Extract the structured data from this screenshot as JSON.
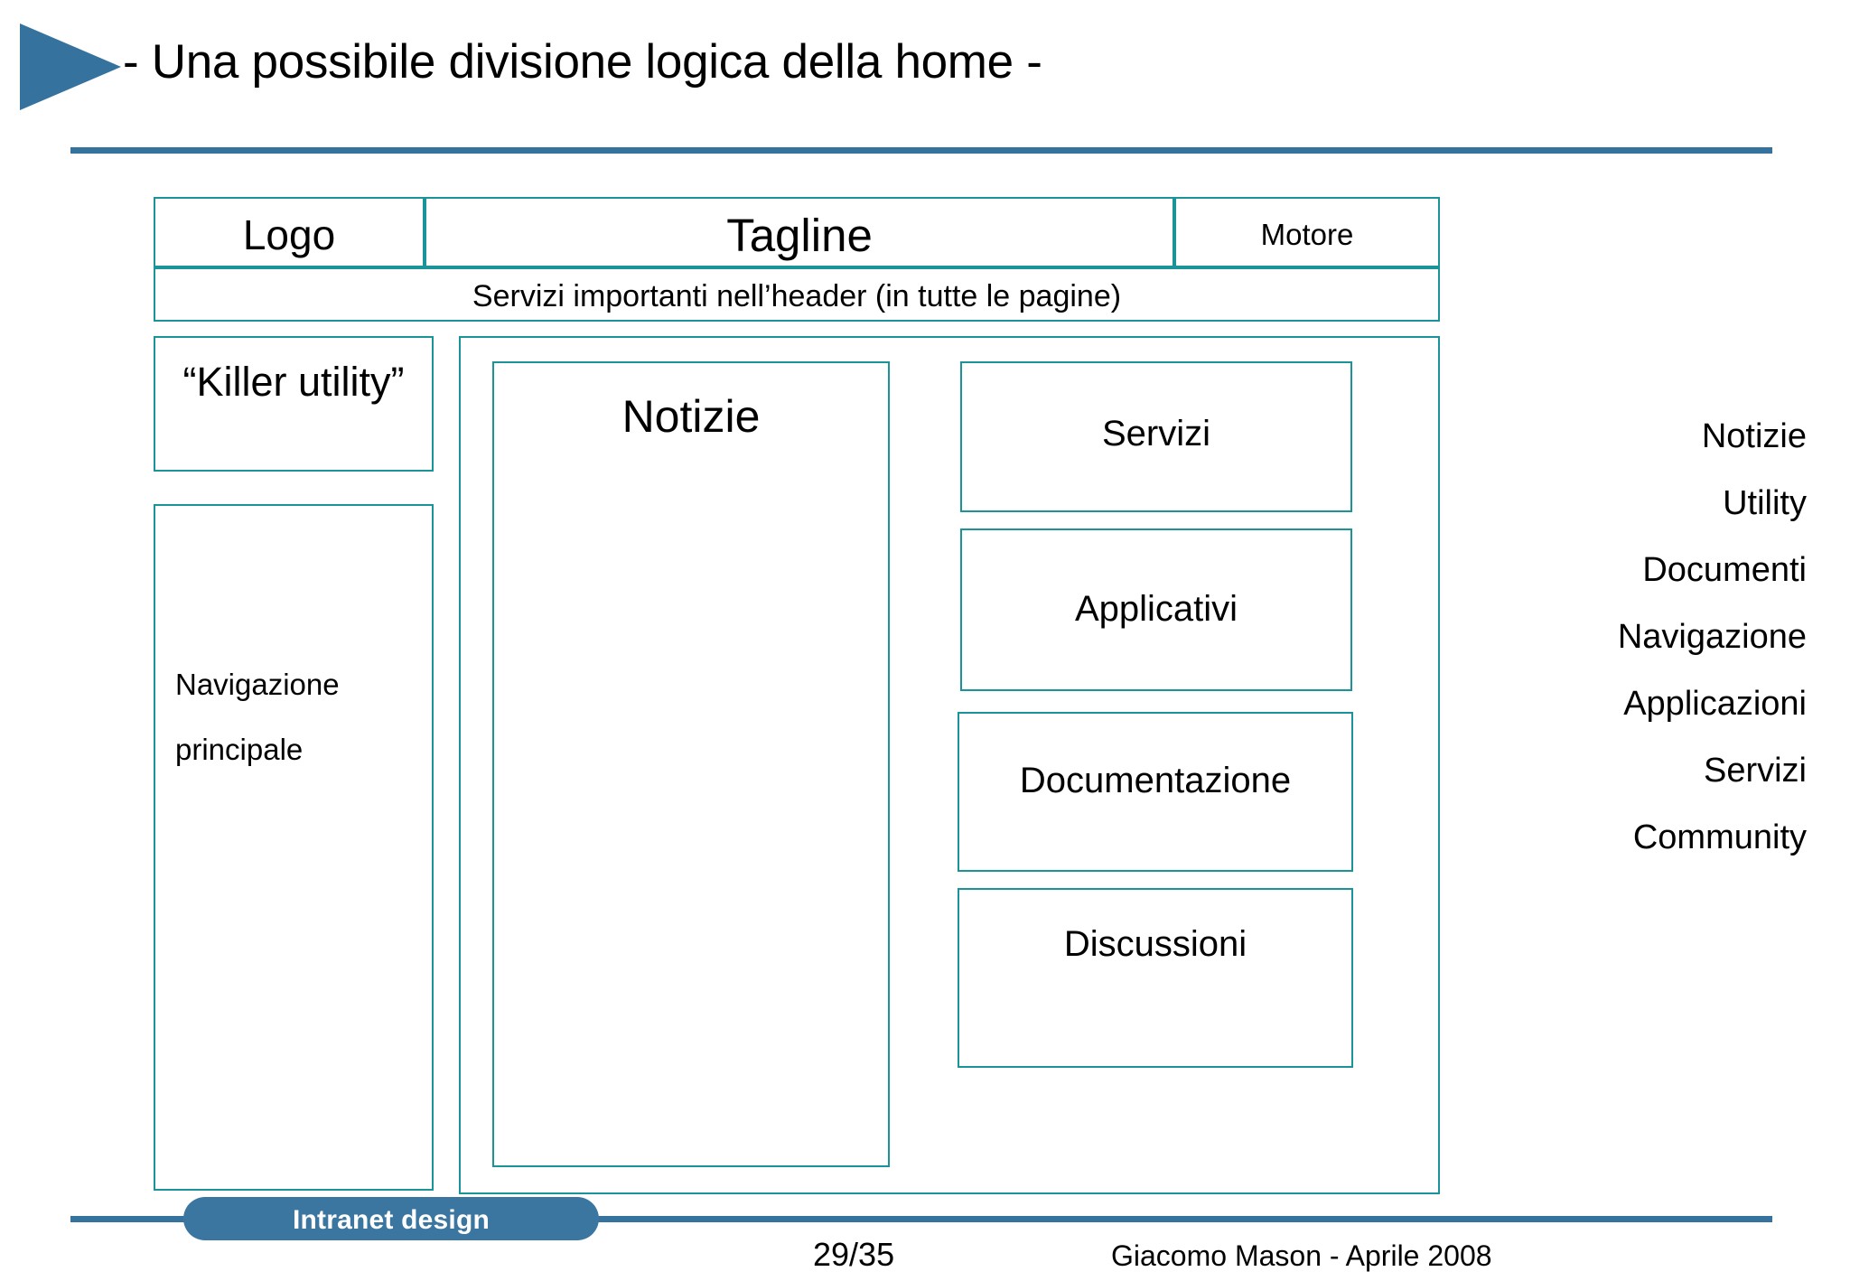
{
  "slide": {
    "title": "- Una possibile divisione logica della home -",
    "accent_blue": "#36729e",
    "box_teal": "#1a9399"
  },
  "wireframe": {
    "header": {
      "logo": "Logo",
      "tagline": "Tagline",
      "search_engine": "Motore",
      "header_services": "Servizi importanti nell’header (in tutte le pagine)"
    },
    "left_column": {
      "killer_utility": "“Killer utility”",
      "navigation": "Navigazione\nprincipale",
      "navigation_line1": "Navigazione",
      "navigation_line2": "principale"
    },
    "center_column": {
      "news": "Notizie"
    },
    "right_column": {
      "blocks": [
        "Servizi",
        "Applicativi",
        "Documentazione",
        "Discussioni"
      ],
      "servizi": "Servizi",
      "applicativi": "Applicativi",
      "documentazione": "Documentazione",
      "discussioni": "Discussioni"
    }
  },
  "legend": {
    "items": [
      "Notizie",
      "Utility",
      "Documenti",
      "Navigazione",
      "Applicazioni",
      "Servizi",
      "Community"
    ]
  },
  "footer": {
    "section_label": "Intranet design",
    "page": "29/35",
    "author": "Giacomo Mason - Aprile 2008"
  }
}
